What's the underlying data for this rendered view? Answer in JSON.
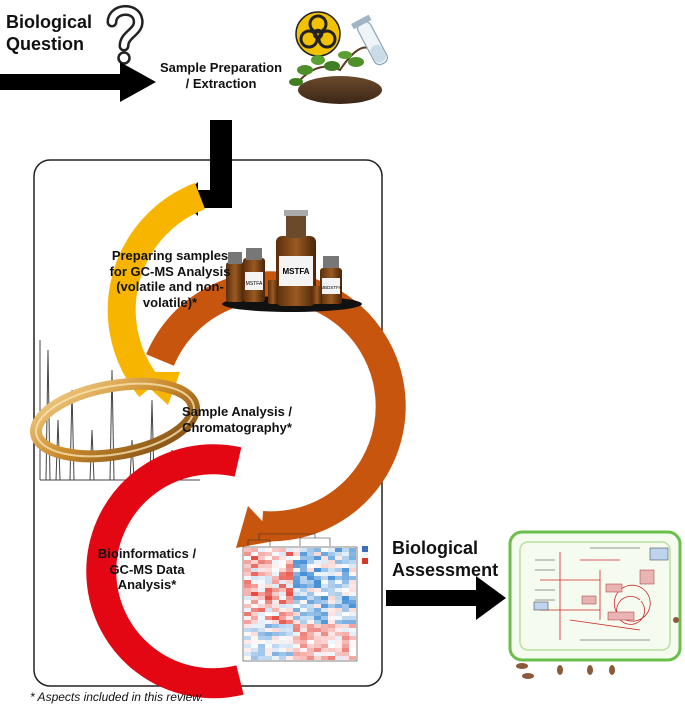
{
  "labels": {
    "biological_question": "Biological\nQuestion",
    "sample_prep": "Sample Preparation\n/ Extraction",
    "preparing_samples": "Preparing samples\nfor GC-MS Analysis\n(volatile and non-\nvolatile)*",
    "sample_analysis": "Sample Analysis /\nChromatography*",
    "bioinformatics": "Bioinformatics /\nGC-MS Data\nAnalysis*",
    "biological_assessment": "Biological\nAssessment"
  },
  "footnote": "* Aspects included in this review.",
  "vial_labels": {
    "main": "MSTFA",
    "small_left": "MSTFA",
    "small_right": "MBDSTFA"
  },
  "colors": {
    "yellow": "#f7b500",
    "orange": "#c8550e",
    "red": "#e30613",
    "arrow_black": "#000000",
    "question_mark_fill": "#ffffff",
    "biohazard": "#f2c200",
    "cell_green": "#6abf4b"
  },
  "icons": [
    "question-mark-icon",
    "biohazard-icon",
    "plant-sample-icon",
    "reagent-vials-icon",
    "gc-column-icon",
    "chromatogram-icon",
    "heatmap-icon",
    "cell-pathway-icon"
  ]
}
